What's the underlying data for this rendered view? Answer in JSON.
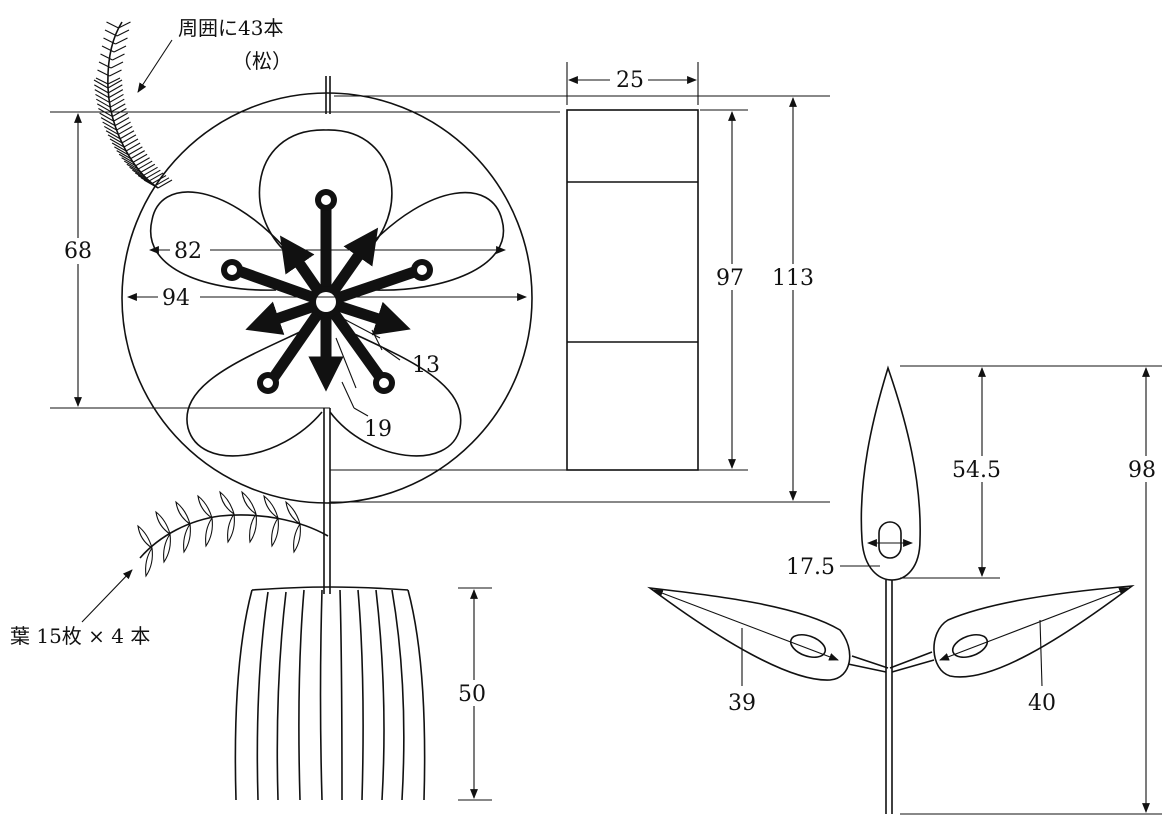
{
  "notes": {
    "pine_count": "周囲に43本",
    "pine_kind": "（松）",
    "leaves": "葉 15枚 × 4 本"
  },
  "dimensions": {
    "box_width": "25",
    "inner_height": "68",
    "petal_span": "82",
    "circle_span": "94",
    "arm_13": "13",
    "arm_19": "19",
    "panel_height": "97",
    "total_height": "113",
    "vase_height": "50",
    "leaf_height": "54.5",
    "leaf_hole": "17.5",
    "plant_height": "98",
    "left_leaf_len": "39",
    "right_leaf_len": "40"
  }
}
